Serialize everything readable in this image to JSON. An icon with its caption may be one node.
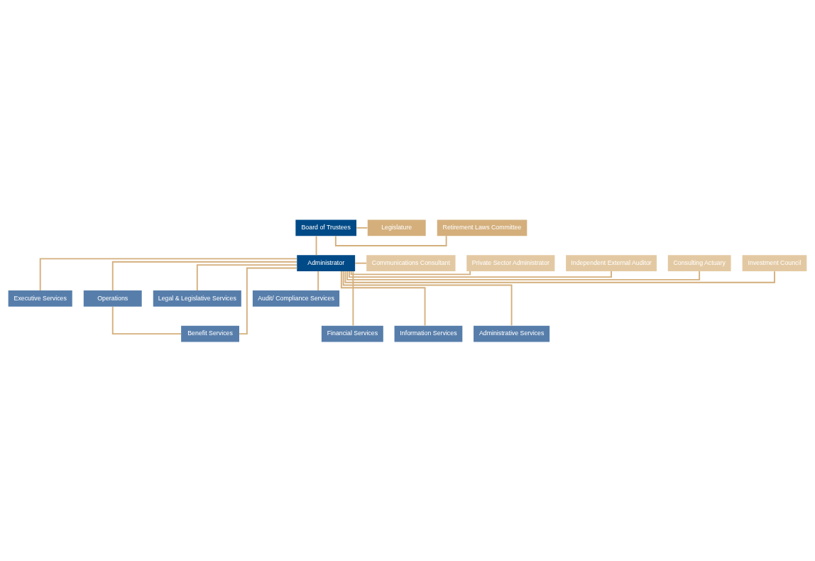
{
  "diagram": {
    "nodes": [
      {
        "text": [
          "Board of Trustees"
        ]
      },
      {
        "text": [
          "Administrator"
        ]
      },
      {
        "text": [
          "Retirement Laws Committee"
        ]
      },
      {
        "text": [
          "Legislature"
        ]
      },
      {
        "text": [
          "Investment Council"
        ]
      },
      {
        "text": [
          "Consulting Actuary"
        ]
      },
      {
        "text": [
          "Independent External Auditor"
        ]
      },
      {
        "text": [
          "Private Sector Administrator"
        ]
      },
      {
        "text": [
          "Communications Consultant"
        ]
      },
      {
        "text": [
          "Executive Services"
        ]
      },
      {
        "text": [
          "Operations"
        ]
      },
      {
        "text": [
          "Legal & Legislative Services"
        ]
      },
      {
        "text": [
          "Audit/ Compliance Services"
        ]
      },
      {
        "text": [
          "Financial Services"
        ]
      },
      {
        "text": [
          "Benefit Services"
        ]
      },
      {
        "text": [
          "Information Services"
        ]
      },
      {
        "text": [
          "Administrative Services"
        ]
      }
    ],
    "edges": [
      {
        "from": 0,
        "to": 1,
        "arrow": "none"
      },
      {
        "from": 0,
        "to": 2,
        "arrow": "none"
      },
      {
        "from": 0,
        "to": 3,
        "arrow": "none"
      },
      {
        "from": 1,
        "to": 4,
        "arrow": "none"
      },
      {
        "from": 1,
        "to": 5,
        "arrow": "none"
      },
      {
        "from": 1,
        "to": 6,
        "arrow": "none"
      },
      {
        "from": 1,
        "to": 7,
        "arrow": "none"
      },
      {
        "from": 1,
        "to": 8,
        "arrow": "none"
      },
      {
        "from": 1,
        "to": 9,
        "arrow": "none"
      },
      {
        "from": 1,
        "to": 10,
        "arrow": "none"
      },
      {
        "from": 1,
        "to": 11,
        "arrow": "none"
      },
      {
        "from": 1,
        "to": 12,
        "arrow": "none"
      },
      {
        "from": 1,
        "to": 13,
        "arrow": "none"
      },
      {
        "from": 1,
        "to": 14,
        "arrow": "none"
      },
      {
        "from": 1,
        "to": 15,
        "arrow": "none"
      },
      {
        "from": 1,
        "to": 16,
        "arrow": "none"
      },
      {
        "from": 10,
        "to": 14,
        "arrow": "none"
      }
    ]
  }
}
